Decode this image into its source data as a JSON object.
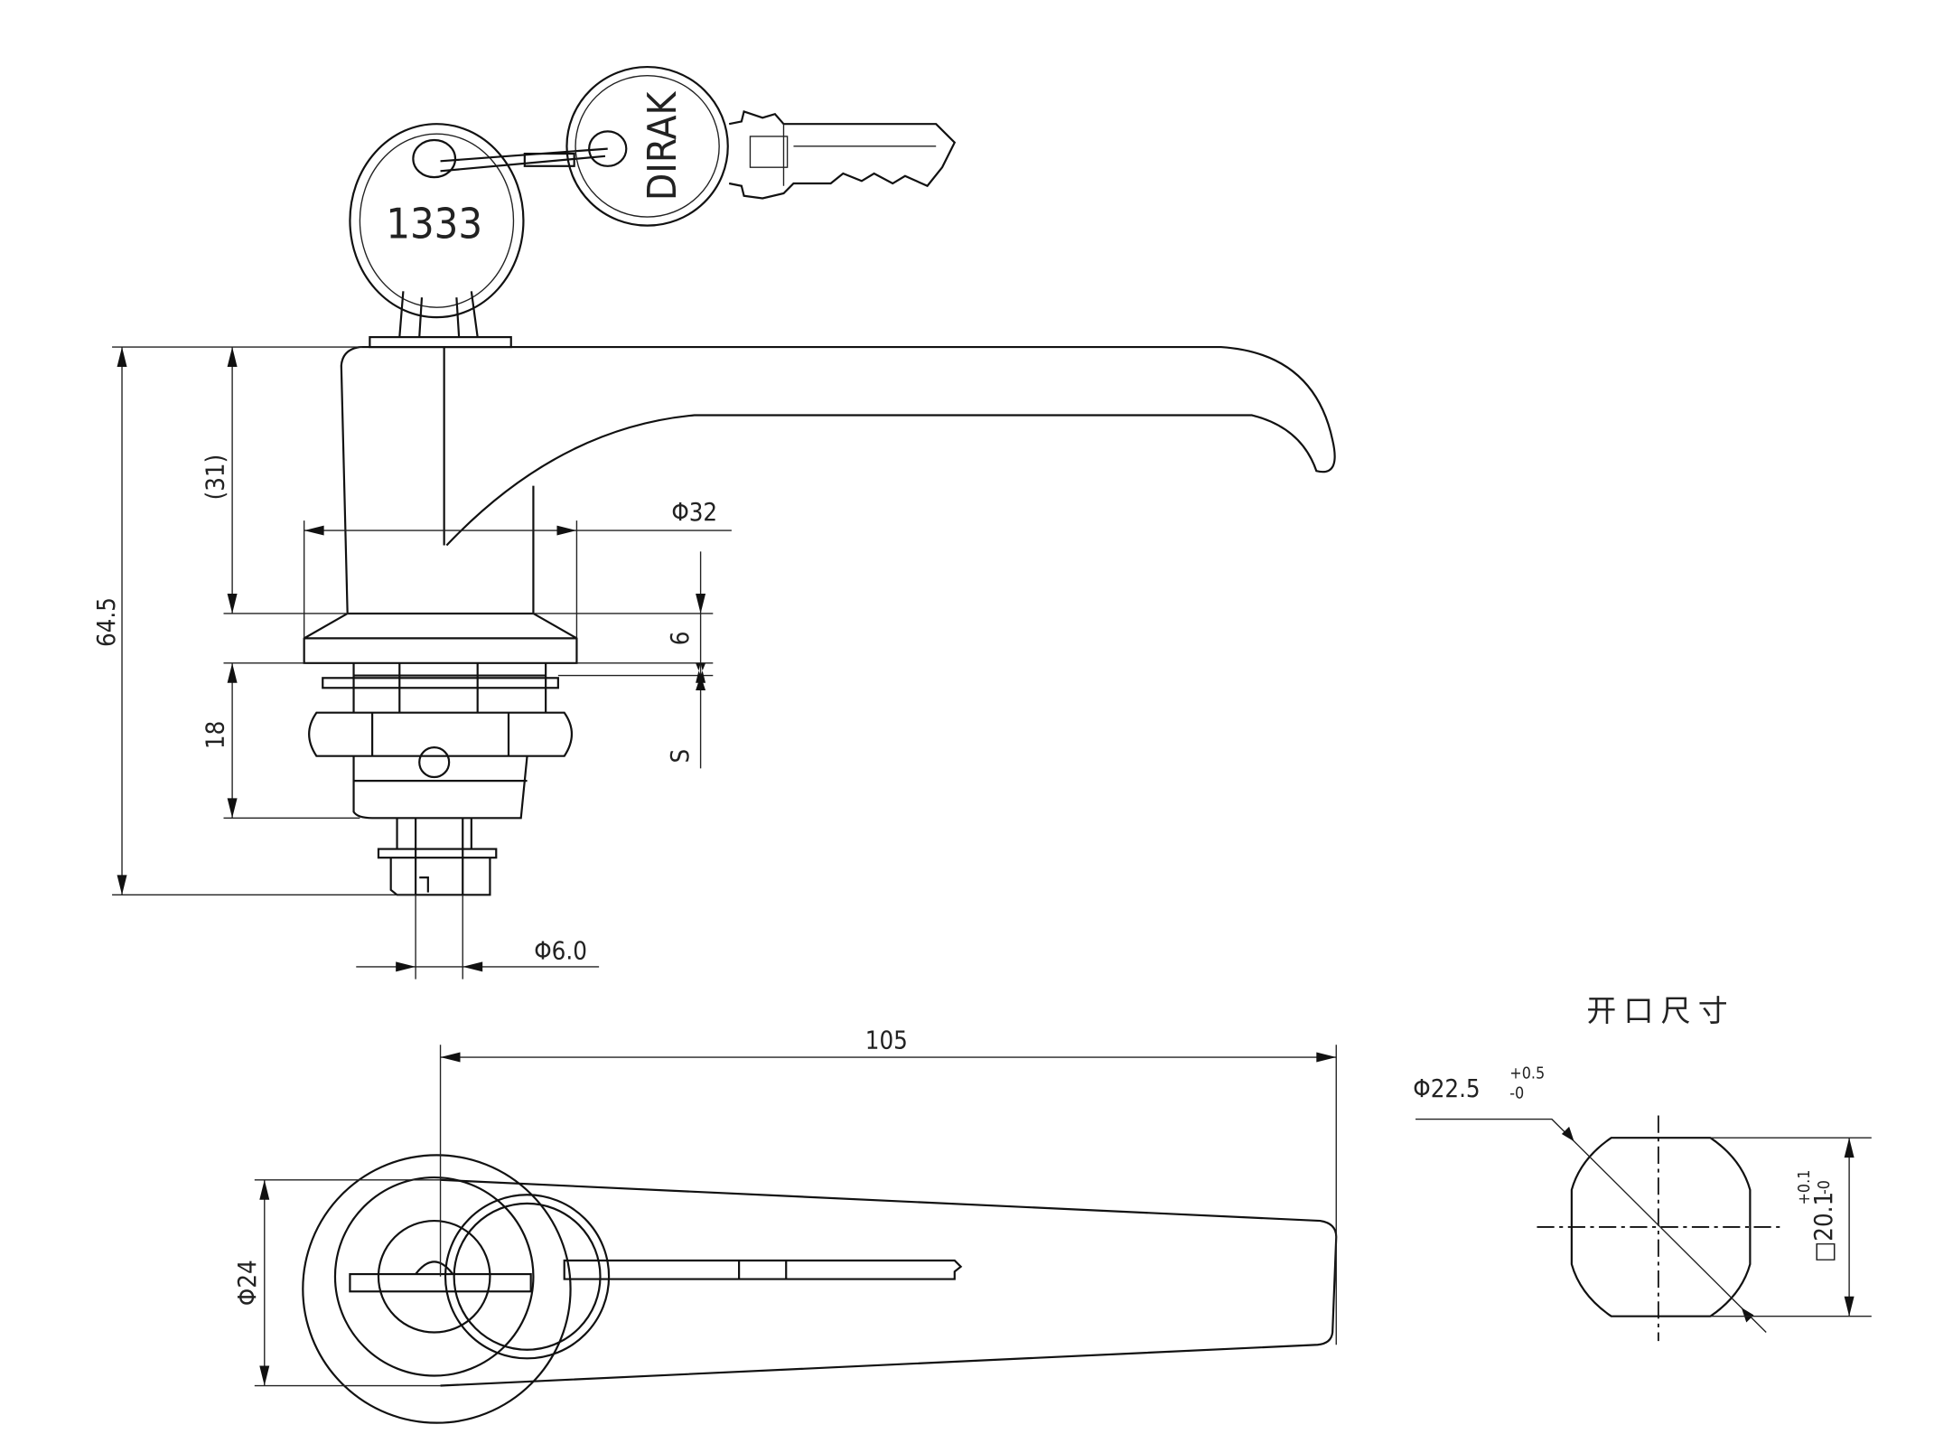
{
  "drawing": {
    "key_tag_number": "1333",
    "key_brand": "DIRAK",
    "dimensions": {
      "overall_height": "64.5",
      "handle_height": "(31)",
      "lower_body": "18",
      "collar_diameter": "Φ32",
      "collar_thickness": "6",
      "panel_thickness": "S",
      "shaft_diameter": "Φ6.0",
      "handle_length": "105",
      "base_diameter": "Φ24"
    },
    "cutout": {
      "title": "开口尺寸",
      "diameter": "Φ22.5",
      "diameter_tol_upper": "+0.5",
      "diameter_tol_lower": "-0",
      "square": "□20.1",
      "square_tol_upper": "+0.1",
      "square_tol_lower": "-0"
    }
  }
}
